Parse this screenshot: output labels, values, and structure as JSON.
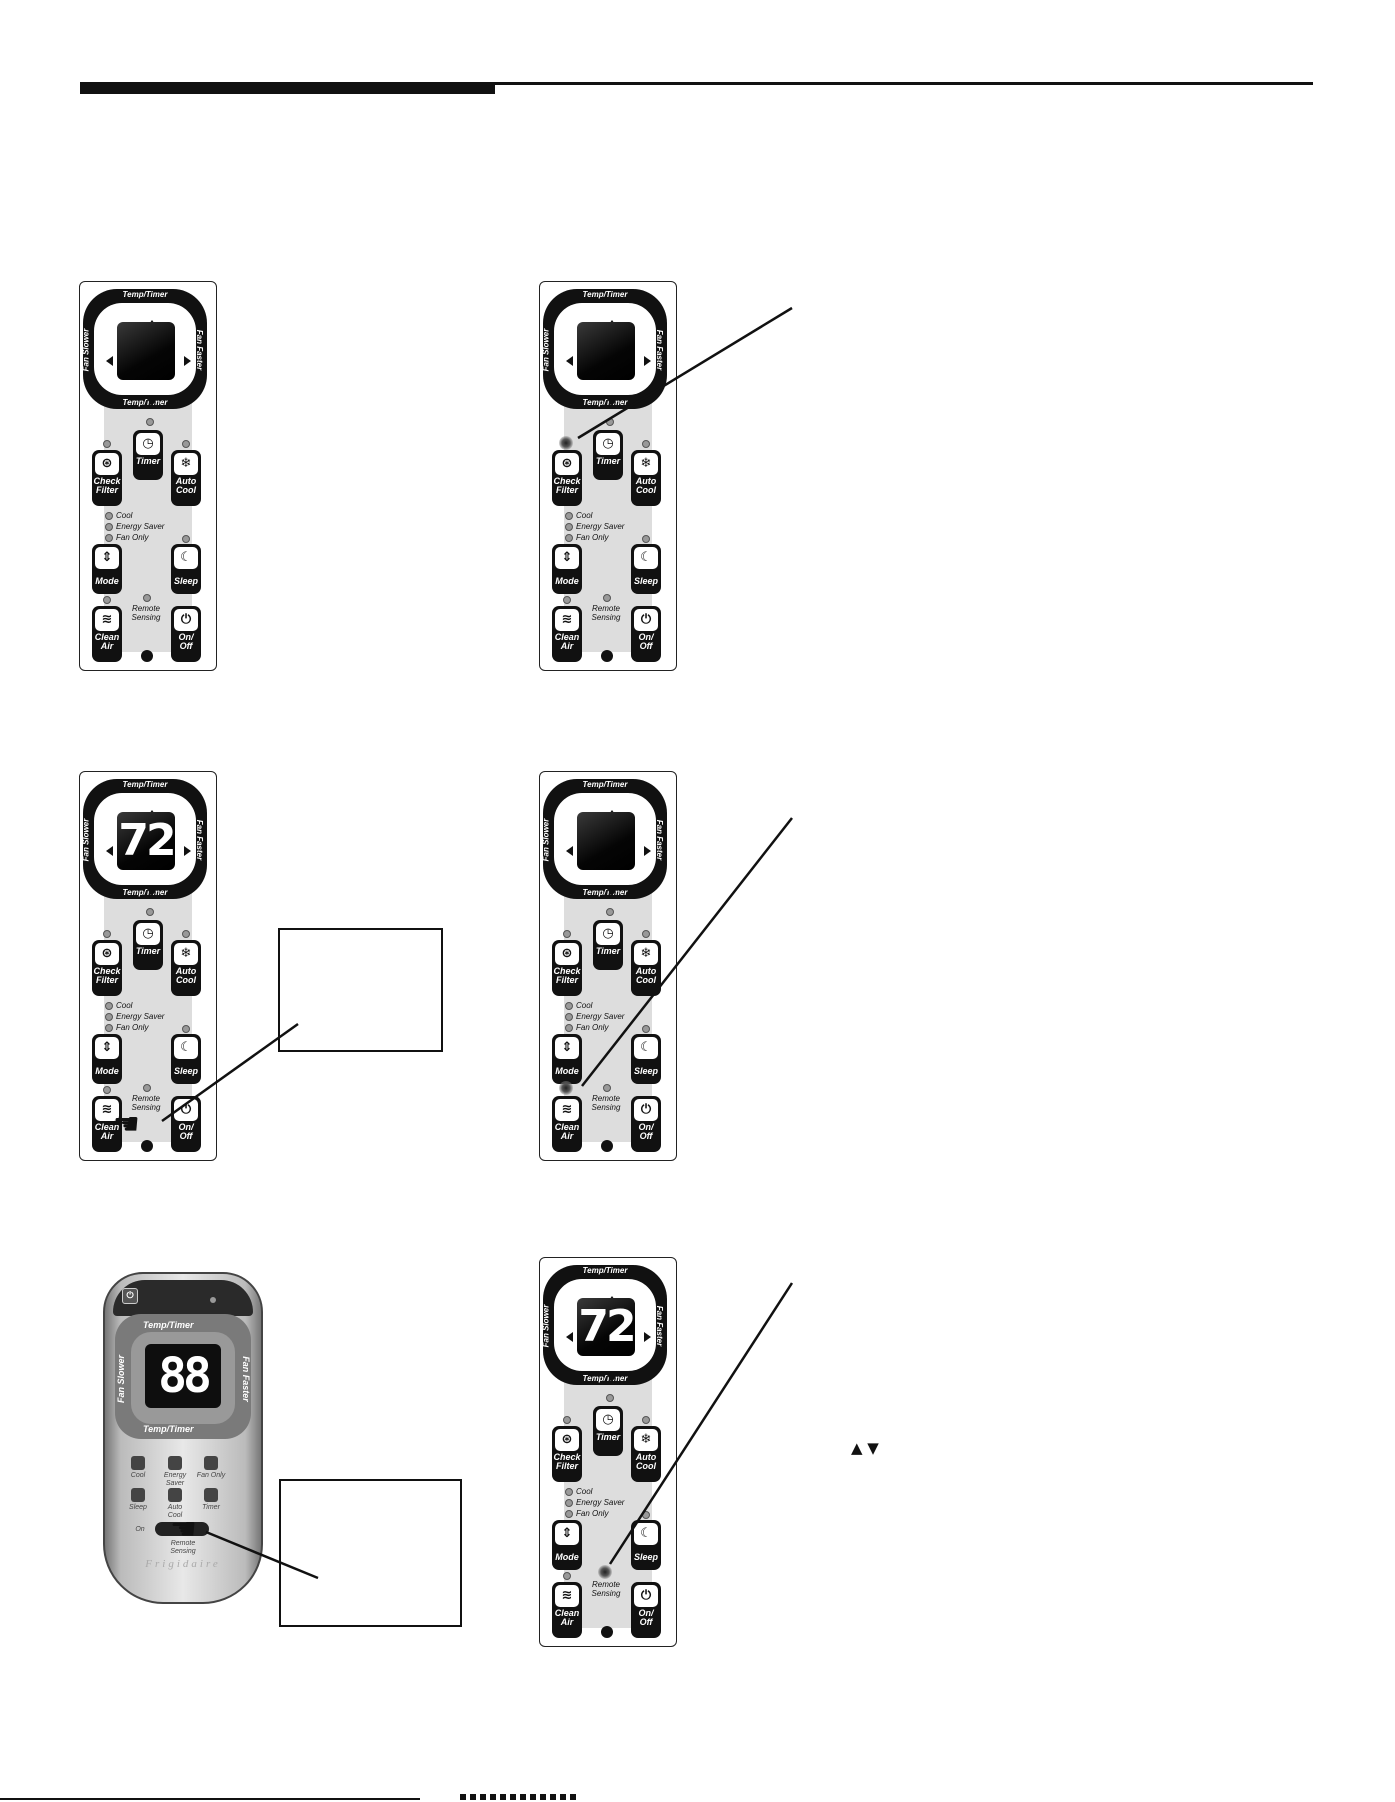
{
  "panel_labels": {
    "temp_timer": "Temp/Timer",
    "fan_slower": "Fan Slower",
    "fan_faster": "Fan Faster",
    "check_filter": "Check Filter",
    "timer": "Timer",
    "auto_cool": "Auto Cool",
    "cool": "Cool",
    "energy_saver": "Energy Saver",
    "fan_only": "Fan Only",
    "mode": "Mode",
    "sleep": "Sleep",
    "remote_sensing": "Remote Sensing",
    "clean_air": "Clean Air",
    "on_off": "On/ Off"
  },
  "panels": [
    {
      "display": "",
      "glow": "none"
    },
    {
      "display": "",
      "glow": "check_filter"
    },
    {
      "display": "72",
      "glow": "none",
      "pressed": "clean_air"
    },
    {
      "display": "",
      "glow": "clean_air"
    },
    {
      "display": "72",
      "glow": "remote_sensing"
    }
  ],
  "remote": {
    "display": "88",
    "temp_timer": "Temp/Timer",
    "fan_slower": "Fan Slower",
    "fan_faster": "Fan Faster",
    "buttons_row1": [
      "Cool",
      "Energy Saver",
      "Fan Only"
    ],
    "buttons_row2": [
      "Sleep",
      "Auto Cool",
      "Timer"
    ],
    "on": "On",
    "remote_sensing": "Remote Sensing",
    "brand": "Frigidaire"
  },
  "icons": {
    "up_down": "▲ ▼"
  }
}
